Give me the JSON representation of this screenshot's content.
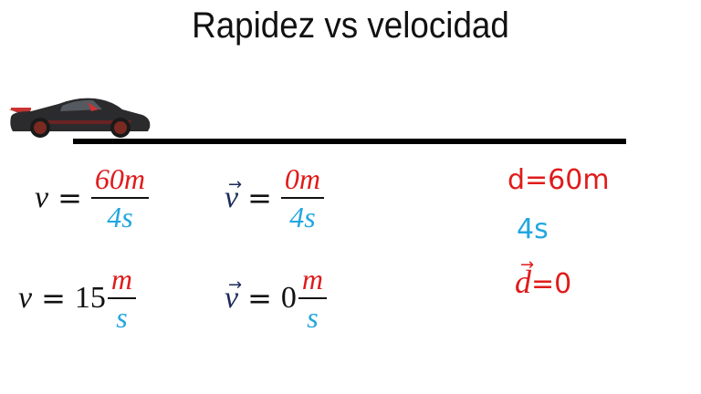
{
  "title": "Rapidez vs velocidad",
  "illustration": {
    "icon": "sports-car-icon",
    "road_line_color": "#000000"
  },
  "colors": {
    "red": "#e01b1b",
    "blue": "#22a7e0",
    "navy": "#1c2a5a",
    "black": "#111111"
  },
  "equations": {
    "speed_def": {
      "lhs": "v",
      "eq": "=",
      "numerator": "60m",
      "denominator": "4s"
    },
    "velocity_def": {
      "lhs": "v",
      "arrow": "→",
      "eq": "=",
      "numerator": "0m",
      "denominator": "4s"
    },
    "speed_result": {
      "lhs": "v",
      "eq": "=",
      "value": "15",
      "unit_num": "m",
      "unit_den": "s"
    },
    "velocity_result": {
      "lhs": "v",
      "arrow": "→",
      "eq": "=",
      "value": "0",
      "unit_num": "m",
      "unit_den": "s"
    }
  },
  "side_notes": {
    "distance": "d=60m",
    "time": "4s",
    "displacement_var": "d",
    "displacement_arrow": "→",
    "displacement_rest": "=0"
  }
}
